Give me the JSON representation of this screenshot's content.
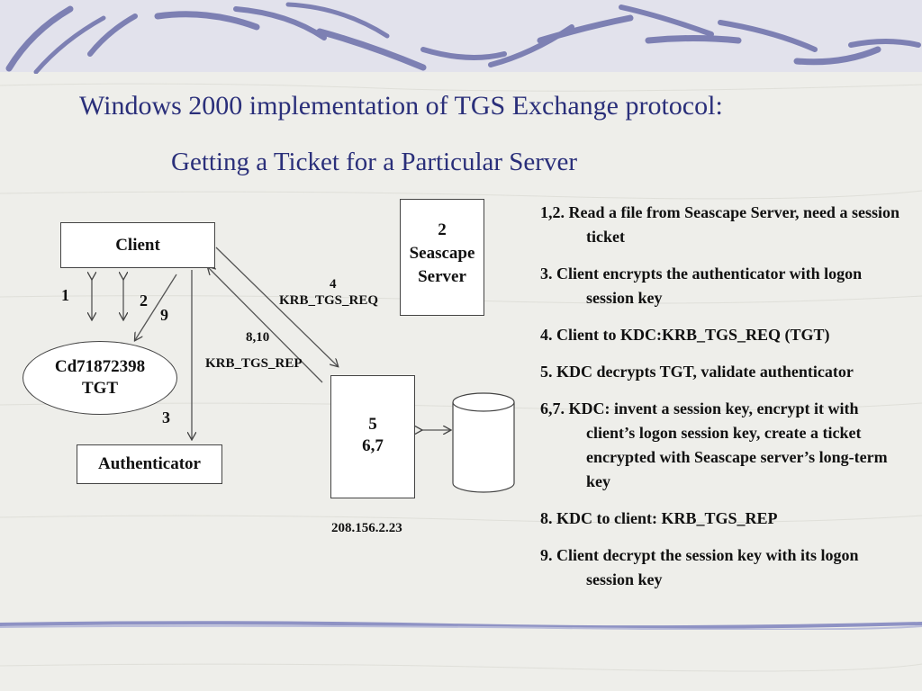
{
  "title": {
    "line1": "Windows 2000 implementation of TGS Exchange protocol:",
    "line2": "Getting a Ticket for a Particular Server"
  },
  "diagram": {
    "client": "Client",
    "authenticator": "Authenticator",
    "tgt_ellipse": {
      "line1": "Cd71872398",
      "line2": "TGT"
    },
    "seascape": {
      "num": "2",
      "line1": "Seascape",
      "line2": "Server"
    },
    "kdc": {
      "num": "5",
      "sub": "6,7"
    },
    "ip": "208.156.2.23",
    "labels": {
      "one": "1",
      "two": "2",
      "nine": "9",
      "three": "3",
      "four": "4",
      "krb_req": "KRB_TGS_REQ",
      "eight_ten": "8,10",
      "krb_rep": "KRB_TGS_REP"
    }
  },
  "steps": [
    "1,2. Read a file from Seascape Server, need a session ticket",
    "3. Client encrypts the authenticator with logon session key",
    "4. Client to KDC:KRB_TGS_REQ (TGT)",
    "5. KDC decrypts TGT, validate authenticator",
    "6,7. KDC: invent a session key, encrypt it with client’s logon session key, create a ticket encrypted with Seascape server’s long-term key",
    "8. KDC to client: KRB_TGS_REP",
    "9. Client decrypt the session key with its logon session key"
  ],
  "colors": {
    "title": "#2a2f7a",
    "band": "#7d80b3",
    "background": "#eeeeea"
  }
}
